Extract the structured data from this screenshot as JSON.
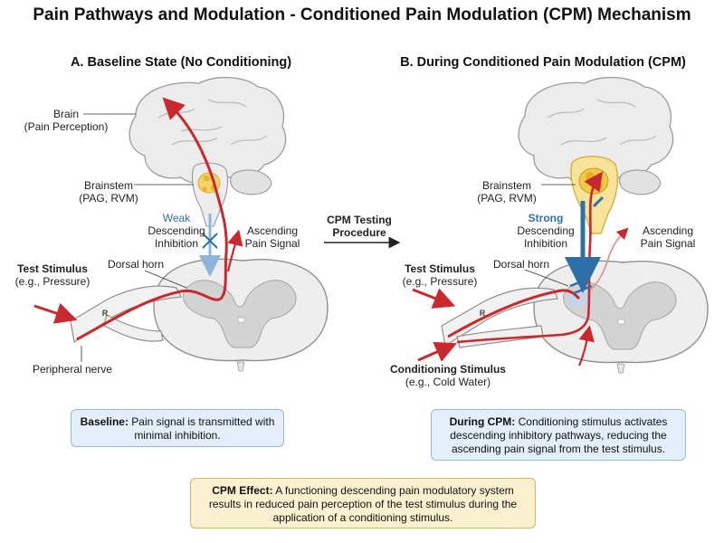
{
  "title": "Pain Pathways and Modulation - Conditioned Pain Modulation (CPM) Mechanism",
  "panelA": {
    "title": "A. Baseline State (No Conditioning)",
    "brain": "Brain",
    "brain_sub": "(Pain Perception)",
    "brainstem": "Brainstem",
    "brainstem_sub": "(PAG, RVM)",
    "weak": "Weak",
    "descending": "Descending",
    "inhibition": "Inhibition",
    "ascending": "Ascending",
    "pain_signal": "Pain Signal",
    "test_stimulus": "Test Stimulus",
    "test_stimulus_sub": "(e.g., Pressure)",
    "dorsal_horn": "Dorsal horn",
    "peripheral_nerve": "Peripheral nerve",
    "nerve_letter": "R",
    "note_bold": "Baseline:",
    "note_text": " Pain signal is transmitted with minimal inhibition."
  },
  "middle": {
    "line1": "CPM Testing",
    "line2": "Procedure"
  },
  "panelB": {
    "title": "B. During Conditioned Pain Modulation (CPM)",
    "brainstem": "Brainstem",
    "brainstem_sub": "(PAG, RVM)",
    "strong": "Strong",
    "descending": "Descending",
    "inhibition": "Inhibition",
    "ascending": "Ascending",
    "pain_signal": "Pain Signal",
    "test_stimulus": "Test Stimulus",
    "test_stimulus_sub": "(e.g., Pressure)",
    "dorsal_horn": "Dorsal horn",
    "conditioning": "Conditioning Stimulus",
    "conditioning_sub": "(e.g., Cold Water)",
    "nerve_letter": "R",
    "note_bold": "During CPM:",
    "note_text": " Conditioning stimulus activates descending inhibitory pathways, reducing the ascending pain signal from the test stimulus."
  },
  "effect": {
    "bold": "CPM Effect:",
    "text": " A functioning descending pain modulatory system results in reduced pain perception of the test stimulus during the application of a conditioning stimulus."
  },
  "colors": {
    "pain": "#c8282e",
    "inhibition_blue": "#2f6fa8",
    "brainstem_yellow": "#f5d46a",
    "tissue_gray": "#e6e6e6"
  }
}
